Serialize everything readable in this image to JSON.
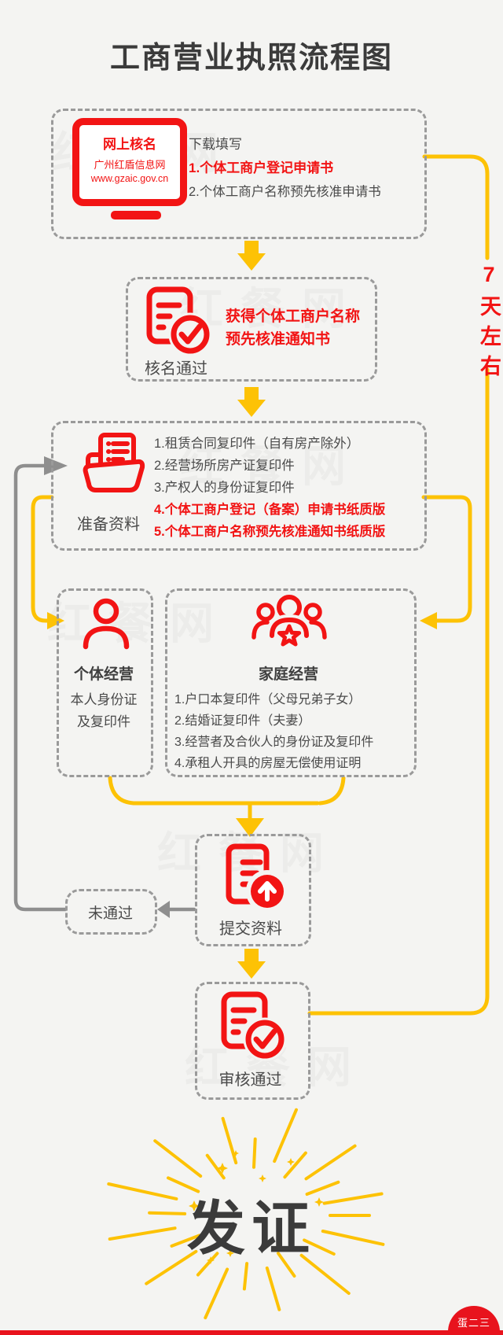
{
  "title": "工商营业执照流程图",
  "watermark": "红餐网",
  "duration": "7天左右",
  "badge": "蛋二三",
  "colors": {
    "red": "#F21414",
    "yellow": "#FDC205",
    "dark": "#3B3B3B",
    "border_gray": "#9A9A9A"
  },
  "flow": {
    "step1": {
      "monitor_title": "网上核名",
      "monitor_site": "广州红盾信息网",
      "monitor_url": "www.gzaic.gov.cn",
      "heading": "下载填写",
      "items": [
        "1.个体工商户登记申请书",
        "2.个体工商户名称预先核准申请书"
      ]
    },
    "step2": {
      "highlight_line1": "获得个体工商户名称",
      "highlight_line2": "预先核准通知书",
      "label": "核名通过"
    },
    "step3": {
      "label": "准备资料",
      "items": [
        "1.租赁合同复印件（自有房产除外）",
        "2.经营场所房产证复印件",
        "3.产权人的身份证复印件",
        "4.个体工商户登记（备案）申请书纸质版",
        "5.个体工商户名称预先核准通知书纸质版"
      ]
    },
    "individual": {
      "title": "个体经营",
      "line1": "本人身份证",
      "line2": "及复印件"
    },
    "family": {
      "title": "家庭经营",
      "items": [
        "1.户口本复印件（父母兄弟子女）",
        "2.结婚证复印件（夫妻）",
        "3.经营者及合伙人的身份证及复印件",
        "4.承租人开具的房屋无偿使用证明"
      ]
    },
    "submit": {
      "label": "提交资料"
    },
    "fail": {
      "label": "未通过"
    },
    "approve": {
      "label": "审核通过"
    },
    "issue": {
      "label": "发证"
    }
  }
}
